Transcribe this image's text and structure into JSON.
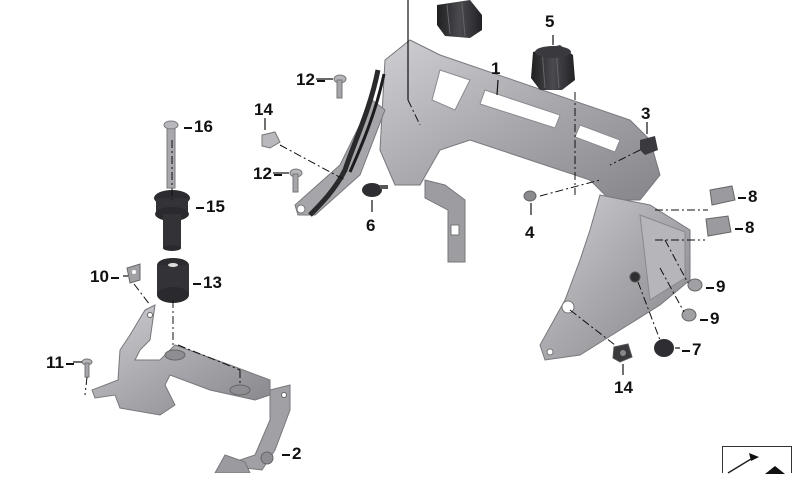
{
  "diagram": {
    "colors": {
      "metal": "#a9a9ad",
      "metal_light": "#c8c8cc",
      "metal_dark": "#7d7d82",
      "rubber": "#2f2f33",
      "rubber_light": "#55555a",
      "line": "#111111"
    },
    "callouts": [
      {
        "id": "1",
        "label": "1"
      },
      {
        "id": "2",
        "label": "2"
      },
      {
        "id": "3",
        "label": "3"
      },
      {
        "id": "4",
        "label": "4"
      },
      {
        "id": "5",
        "label": "5"
      },
      {
        "id": "6",
        "label": "6"
      },
      {
        "id": "7",
        "label": "7"
      },
      {
        "id": "8a",
        "label": "8"
      },
      {
        "id": "8b",
        "label": "8"
      },
      {
        "id": "9a",
        "label": "9"
      },
      {
        "id": "9b",
        "label": "9"
      },
      {
        "id": "10",
        "label": "10"
      },
      {
        "id": "11",
        "label": "11"
      },
      {
        "id": "12a",
        "label": "12"
      },
      {
        "id": "12b",
        "label": "12"
      },
      {
        "id": "13",
        "label": "13"
      },
      {
        "id": "14a",
        "label": "14"
      },
      {
        "id": "14b",
        "label": "14"
      },
      {
        "id": "15",
        "label": "15"
      },
      {
        "id": "16",
        "label": "16"
      }
    ],
    "nav_icon": "diagram-navigation-arrow-icon"
  }
}
